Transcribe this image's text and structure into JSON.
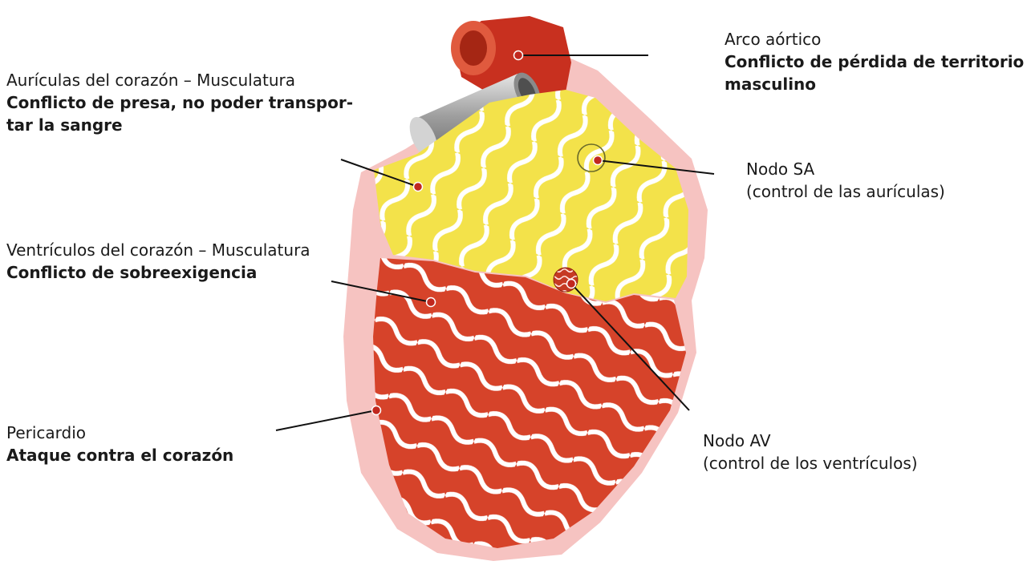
{
  "labels": {
    "atria": {
      "name": "Aurículas del corazón – Musculatura",
      "conflict_line1": "Conflicto de presa, no poder transpor-",
      "conflict_line2": "tar la sangre"
    },
    "ventricles": {
      "name": "Ventrículos del corazón – Musculatura",
      "conflict": "Conflicto de sobreexigencia"
    },
    "pericardium": {
      "name": "Pericardio",
      "conflict": "Ataque contra el corazón"
    },
    "aortic_arch": {
      "name": "Arco aórtico",
      "conflict_line1": "Conflicto de pérdida de territorio",
      "conflict_line2": "masculino"
    },
    "sa_node": {
      "name": "Nodo SA",
      "description": "(control de las aurículas)"
    },
    "av_node": {
      "name": "Nodo AV",
      "description": "(control de los ventrículos)"
    }
  },
  "colors": {
    "pericardium_halo": "#f6c3c1",
    "muscle_red": "#d6432a",
    "muscle_yellow": "#f3e24a",
    "wave_white": "#ffffff",
    "vessel_gray": "#b9b9b9",
    "leader_line": "#111111",
    "pointer_dot": "#c1271e"
  }
}
